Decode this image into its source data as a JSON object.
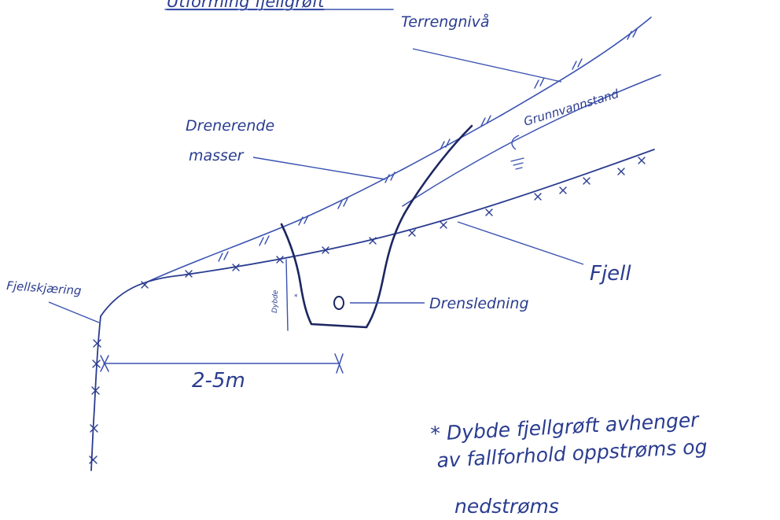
{
  "header": {
    "title": "Utforming fjellgrøft"
  },
  "labels": {
    "terrain": "Terrengnivå",
    "groundwater": "Grunnvannstand",
    "draining_masses_line1": "Drenerende",
    "draining_masses_line2": "masser",
    "rock": "Fjell",
    "rock_cut": "Fjellskjæring",
    "drain_pipe": "Drensledning",
    "depth_annotation": "Dybde",
    "depth_marker": "*",
    "dimension": "2-5m"
  },
  "note": {
    "line1": "* Dybde fjellgrøft avhenger",
    "line2": "av fallforhold oppstrøms og",
    "line3": "nedstrøms"
  },
  "colors": {
    "ink": "#2a3c8f",
    "ink_dark": "#1c2660",
    "ink_light": "#3a52b0"
  }
}
